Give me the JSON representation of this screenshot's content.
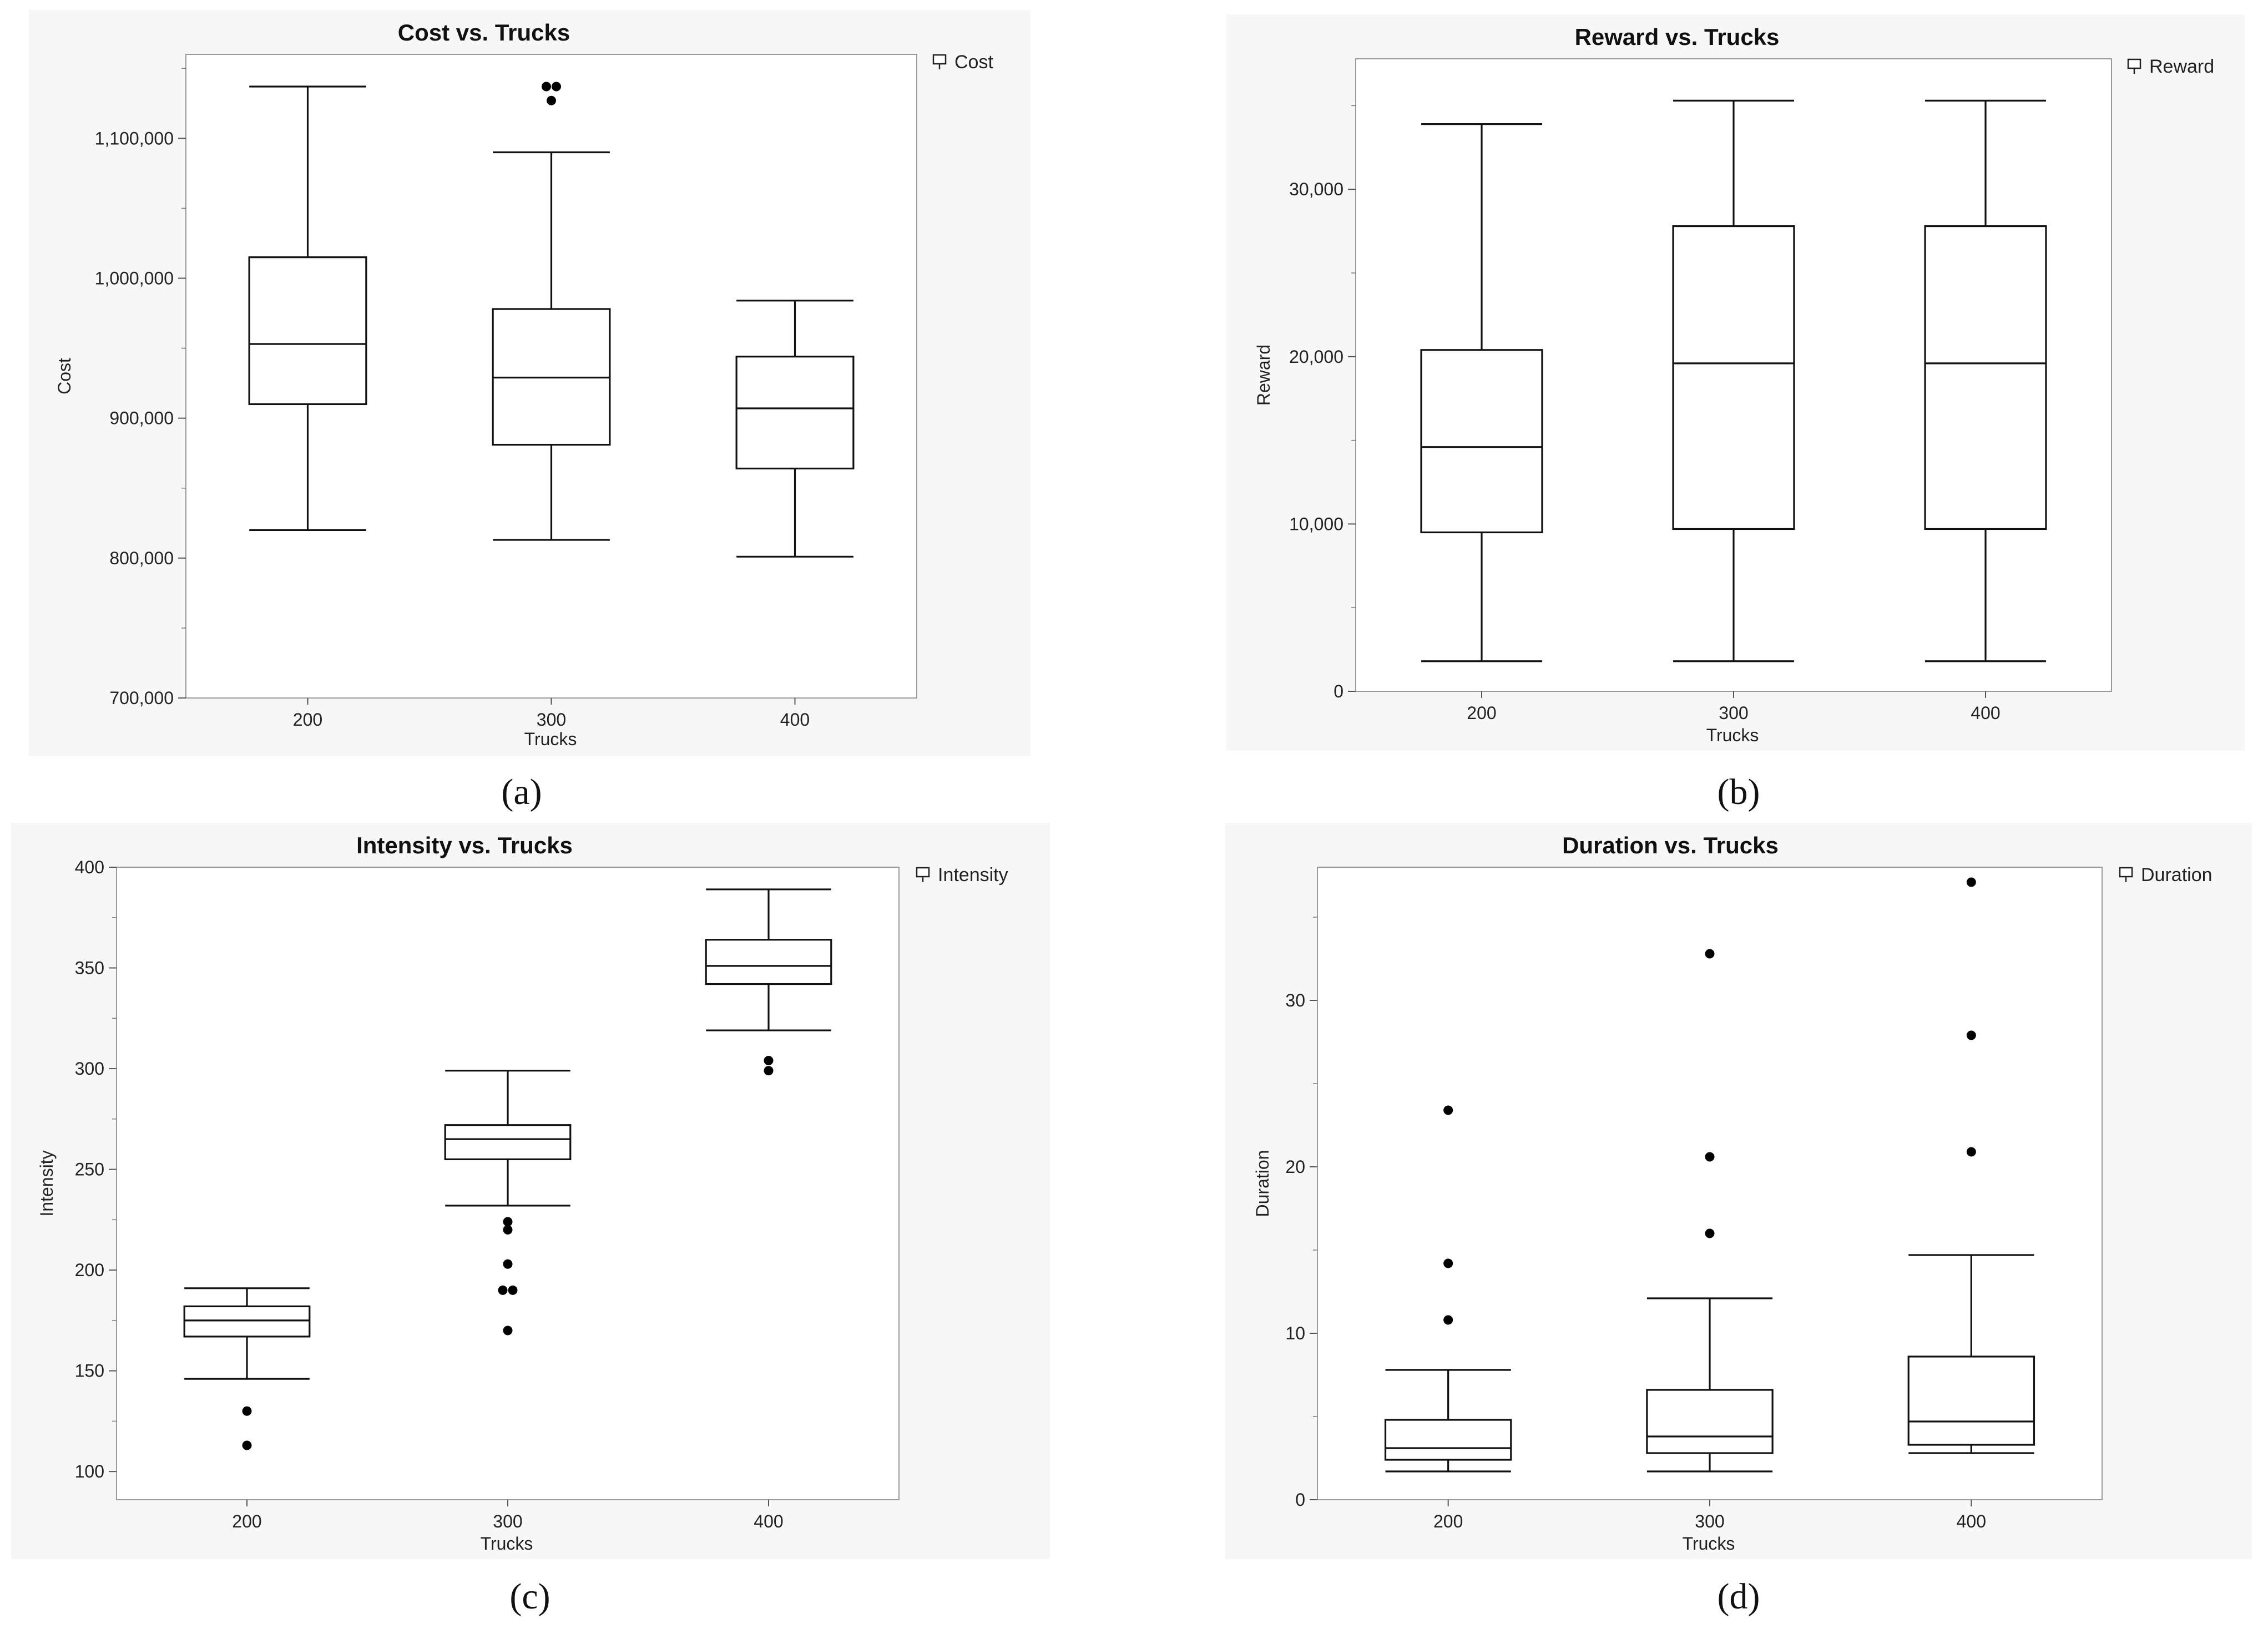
{
  "captions": [
    "(a)",
    "(b)",
    "(c)",
    "(d)"
  ],
  "chart_data": [
    {
      "type": "box",
      "title": "Cost vs. Trucks",
      "xlabel": "Trucks",
      "ylabel": "Cost",
      "legend": "Cost",
      "legend_position": "top-right",
      "ylim": [
        700000,
        1160000
      ],
      "yticks": [
        700000,
        800000,
        900000,
        1000000,
        1100000
      ],
      "ytick_labels": [
        "700,000",
        "800,000",
        "900,000",
        "1,000,000",
        "1,100,000"
      ],
      "categories": [
        "200",
        "300",
        "400"
      ],
      "boxes": [
        {
          "min": 820000,
          "q1": 910000,
          "median": 953000,
          "q3": 1015000,
          "max": 1137000,
          "outliers": []
        },
        {
          "min": 813000,
          "q1": 881000,
          "median": 929000,
          "q3": 978000,
          "max": 1090000,
          "outliers": [
            1127000,
            1137000,
            1137000
          ]
        },
        {
          "min": 801000,
          "q1": 864000,
          "median": 907000,
          "q3": 944000,
          "max": 984000,
          "outliers": []
        }
      ]
    },
    {
      "type": "box",
      "title": "Reward vs. Trucks",
      "xlabel": "Trucks",
      "ylabel": "Reward",
      "legend": "Reward",
      "legend_position": "top-right",
      "ylim": [
        0,
        37800
      ],
      "yticks": [
        0,
        10000,
        20000,
        30000
      ],
      "ytick_labels": [
        "0",
        "10,000",
        "20,000",
        "30,000"
      ],
      "categories": [
        "200",
        "300",
        "400"
      ],
      "boxes": [
        {
          "min": 1800,
          "q1": 9500,
          "median": 14600,
          "q3": 20400,
          "max": 33900,
          "outliers": []
        },
        {
          "min": 1800,
          "q1": 9700,
          "median": 19600,
          "q3": 27800,
          "max": 35300,
          "outliers": []
        },
        {
          "min": 1800,
          "q1": 9700,
          "median": 19600,
          "q3": 27800,
          "max": 35300,
          "outliers": []
        }
      ]
    },
    {
      "type": "box",
      "title": "Intensity vs. Trucks",
      "xlabel": "Trucks",
      "ylabel": "Intensity",
      "legend": "Intensity",
      "legend_position": "top-right",
      "ylim": [
        86,
        400
      ],
      "yticks": [
        100,
        150,
        200,
        250,
        300,
        350,
        400
      ],
      "ytick_labels": [
        "100",
        "150",
        "200",
        "250",
        "300",
        "350",
        "400"
      ],
      "categories": [
        "200",
        "300",
        "400"
      ],
      "boxes": [
        {
          "min": 146,
          "q1": 167,
          "median": 175,
          "q3": 182,
          "max": 191,
          "outliers": [
            130,
            113
          ]
        },
        {
          "min": 232,
          "q1": 255,
          "median": 265,
          "q3": 272,
          "max": 299,
          "outliers": [
            224,
            220,
            203,
            190,
            190,
            170
          ]
        },
        {
          "min": 319,
          "q1": 342,
          "median": 351,
          "q3": 364,
          "max": 389,
          "outliers": [
            304,
            299
          ]
        }
      ]
    },
    {
      "type": "box",
      "title": "Duration vs. Trucks",
      "xlabel": "Trucks",
      "ylabel": "Duration",
      "legend": "Duration",
      "legend_position": "top-right",
      "ylim": [
        0,
        38
      ],
      "yticks": [
        0,
        10,
        20,
        30
      ],
      "ytick_labels": [
        "0",
        "10",
        "20",
        "30"
      ],
      "categories": [
        "200",
        "300",
        "400"
      ],
      "boxes": [
        {
          "min": 1.7,
          "q1": 2.4,
          "median": 3.1,
          "q3": 4.8,
          "max": 7.8,
          "outliers": [
            10.8,
            14.2,
            23.4
          ]
        },
        {
          "min": 1.7,
          "q1": 2.8,
          "median": 3.8,
          "q3": 6.6,
          "max": 12.1,
          "outliers": [
            16.0,
            20.6,
            32.8
          ]
        },
        {
          "min": 2.8,
          "q1": 3.3,
          "median": 4.7,
          "q3": 8.6,
          "max": 14.7,
          "outliers": [
            20.9,
            27.9,
            37.1
          ]
        }
      ]
    }
  ]
}
